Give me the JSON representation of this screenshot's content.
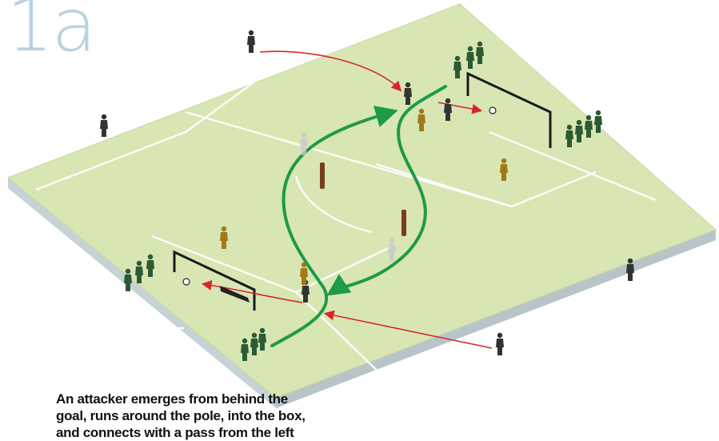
{
  "figure_label": "1a",
  "caption": {
    "lines": [
      "An attacker emerges from behind the",
      "goal, runs around the pole, into the box,",
      "and connects with a pass from the left"
    ]
  },
  "colors": {
    "pitch_top": "#d8e6b4",
    "pitch_side": "#c6d3d6",
    "lines": "#ffffff",
    "run_path": "#1f9a47",
    "pass_arrow": "#d8262a",
    "pole": "#7a3e1a",
    "player_green": "#2c5a34",
    "player_dark": "#333333",
    "player_yellow": "#a07a18"
  }
}
